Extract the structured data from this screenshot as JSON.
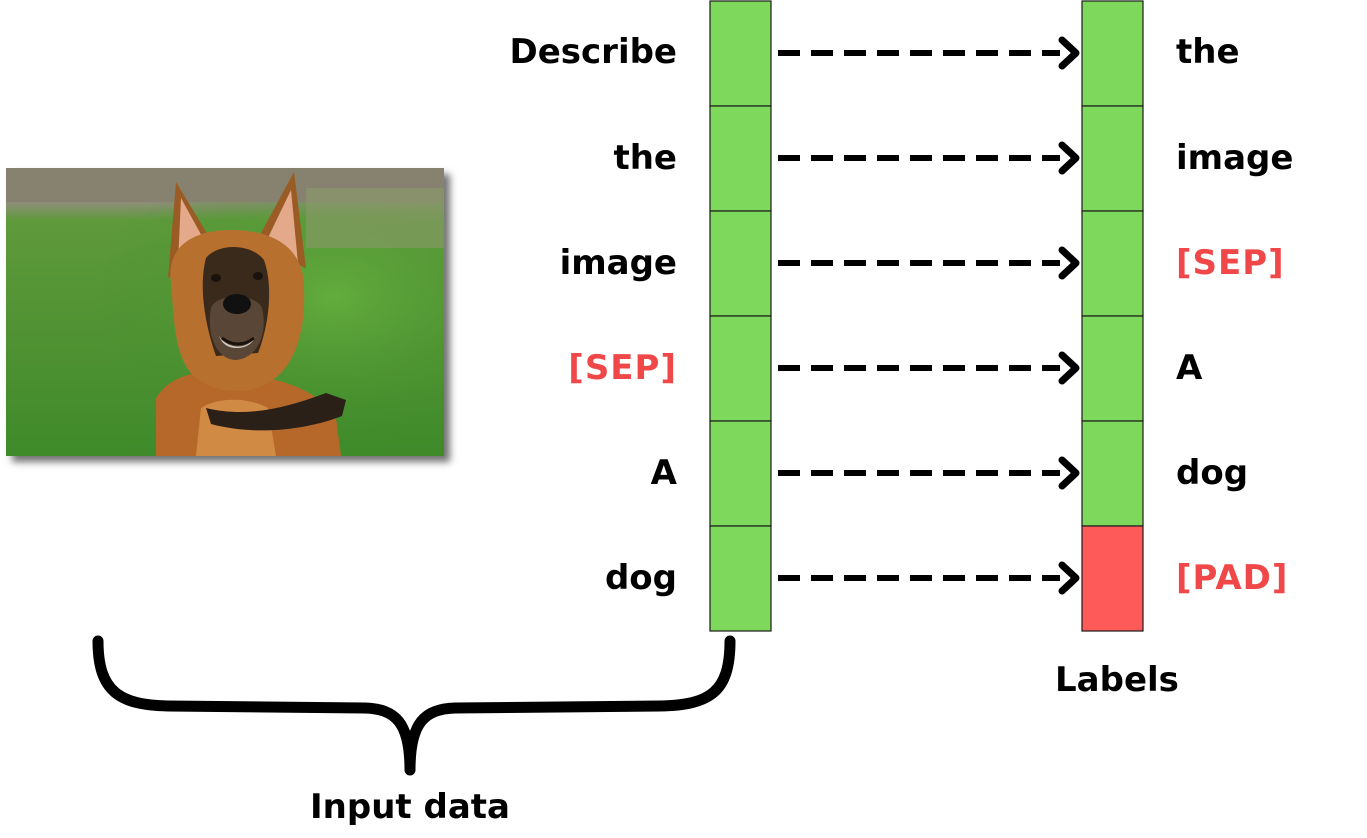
{
  "input_tokens": [
    {
      "text": "Describe",
      "special": false
    },
    {
      "text": "the",
      "special": false
    },
    {
      "text": "image",
      "special": false
    },
    {
      "text": "[SEP]",
      "special": true
    },
    {
      "text": "A",
      "special": false
    },
    {
      "text": "dog",
      "special": false
    }
  ],
  "label_tokens": [
    {
      "text": "the",
      "special": false,
      "state": "valid"
    },
    {
      "text": "image",
      "special": false,
      "state": "valid"
    },
    {
      "text": "[SEP]",
      "special": true,
      "state": "valid"
    },
    {
      "text": "A",
      "special": false,
      "state": "valid"
    },
    {
      "text": "dog",
      "special": false,
      "state": "valid"
    },
    {
      "text": "[PAD]",
      "special": true,
      "state": "padding"
    }
  ],
  "captions": {
    "labels": "Labels",
    "input": "Input data"
  },
  "colors": {
    "cell_valid": "#7ed85c",
    "cell_padding": "#ff5a5a",
    "special_text": "#f04848",
    "arrow": "#000000"
  },
  "image": {
    "subject": "german-shepherd-dog-photo"
  }
}
